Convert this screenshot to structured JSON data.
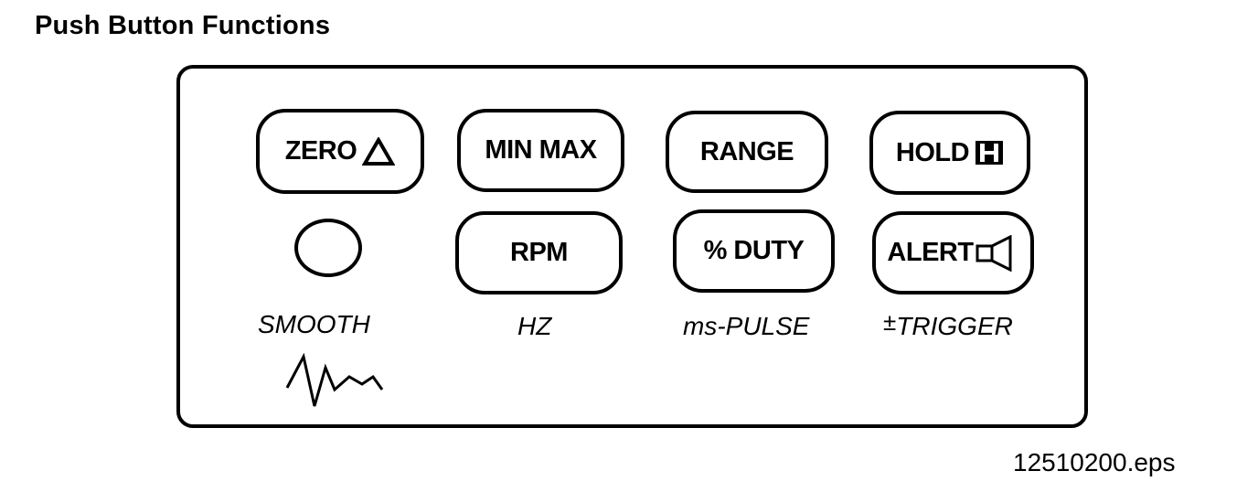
{
  "title": "Push Button Functions",
  "buttons": {
    "zero": {
      "label": "ZERO",
      "icon": "delta-triangle-icon"
    },
    "minmax": {
      "label": "MIN MAX"
    },
    "range": {
      "label": "RANGE"
    },
    "hold": {
      "label": "HOLD",
      "icon": "hold-h-icon",
      "icon_text": "H"
    },
    "smooth": {
      "icon": "circle-button-icon"
    },
    "rpm": {
      "label": "RPM"
    },
    "duty": {
      "label": "% DUTY"
    },
    "alert": {
      "label": "ALERT",
      "icon": "speaker-icon"
    }
  },
  "labels": {
    "smooth": "SMOOTH",
    "hz": "HZ",
    "ms_pulse": "ms-PULSE",
    "trigger_sign": "±",
    "trigger": "TRIGGER"
  },
  "icons": {
    "smooth_wave": "waveform-icon"
  },
  "footer": "12510200.eps"
}
